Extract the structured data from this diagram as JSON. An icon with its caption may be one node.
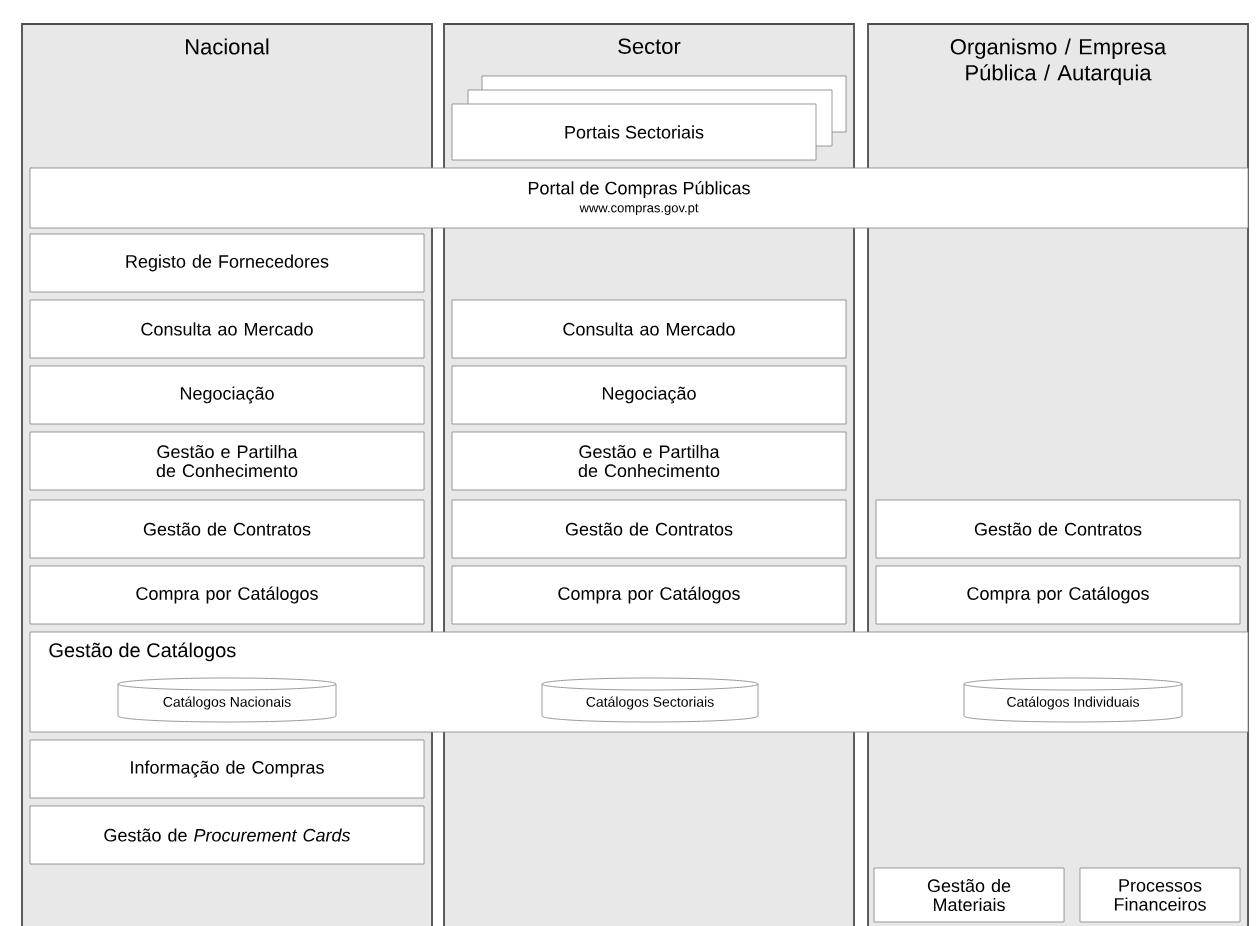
{
  "diagram": {
    "nodes": [
      {
        "text": [
          "Nacional"
        ]
      },
      {
        "text": [
          "Sector"
        ]
      },
      {
        "text": [
          "Organismo / Empresa Pública / Autarquia"
        ]
      },
      {
        "text": [
          "Portais Sectoriais"
        ],
        "in": 1
      },
      {
        "text": [
          "Portal de Compras Públicas",
          "www.compras.gov.pt"
        ]
      },
      {
        "text": [
          "Registo de Fornecedores"
        ],
        "in": 0
      },
      {
        "text": [
          "Consulta ao Mercado"
        ],
        "in": 0
      },
      {
        "text": [
          "Consulta ao Mercado"
        ],
        "in": 1
      },
      {
        "text": [
          "Negociação"
        ],
        "in": 0
      },
      {
        "text": [
          "Negociação"
        ],
        "in": 1
      },
      {
        "text": [
          "Gestão e Partilha de Conhecimento"
        ],
        "in": 0
      },
      {
        "text": [
          "Gestão e Partilha de Conhecimento"
        ],
        "in": 1
      },
      {
        "text": [
          "Gestão de Contratos"
        ],
        "in": 0
      },
      {
        "text": [
          "Gestão de Contratos"
        ],
        "in": 1
      },
      {
        "text": [
          "Gestão de Contratos"
        ],
        "in": 2
      },
      {
        "text": [
          "Compra por Catálogos"
        ],
        "in": 0
      },
      {
        "text": [
          "Compra por Catálogos"
        ],
        "in": 1
      },
      {
        "text": [
          "Compra por Catálogos"
        ],
        "in": 2
      },
      {
        "text": [
          "Gestão de Catálogos"
        ]
      },
      {
        "text": [
          "Catálogos Nacionais"
        ]
      },
      {
        "text": [
          "Catálogos Sectoriais"
        ]
      },
      {
        "text": [
          "Catálogos Individuais"
        ]
      },
      {
        "text": [
          "Informação de Compras"
        ],
        "in": 0
      },
      {
        "text": [
          "Gestão de *Procurement Cards*"
        ],
        "in": 0
      },
      {
        "text": [
          "Gestão de Materiais"
        ],
        "in": 2
      },
      {
        "text": [
          "Processos Financeiros"
        ],
        "in": 2
      }
    ]
  }
}
